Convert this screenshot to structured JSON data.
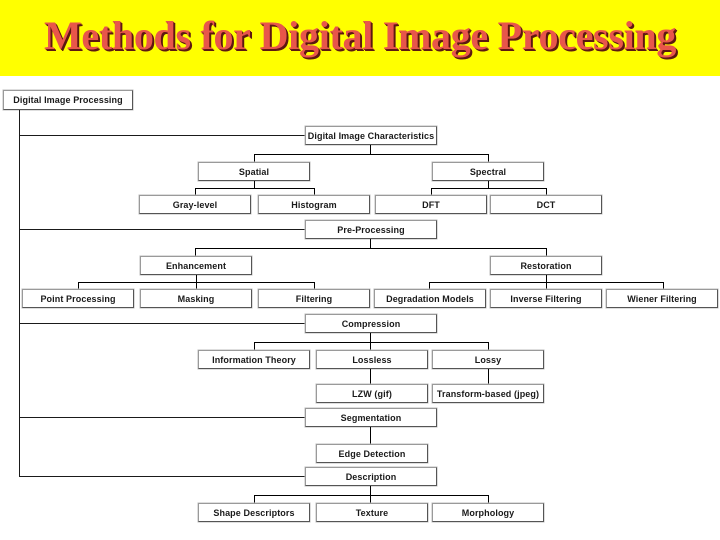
{
  "slide": {
    "title": "Methods for Digital Image Processing",
    "banner_color": "#ffff00",
    "title_color": "#e8564a",
    "title_shadow_color": "#5d1810",
    "background_color": "#ffffff"
  },
  "diagram": {
    "type": "tree",
    "root": {
      "label": "Digital Image Processing"
    },
    "branches": [
      {
        "label": "Digital Image Characteristics",
        "children": [
          {
            "label": "Spatial",
            "children": [
              {
                "label": "Gray-level"
              },
              {
                "label": "Histogram"
              }
            ]
          },
          {
            "label": "Spectral",
            "children": [
              {
                "label": "DFT"
              },
              {
                "label": "DCT"
              }
            ]
          }
        ]
      },
      {
        "label": "Pre-Processing",
        "children": [
          {
            "label": "Enhancement",
            "children": [
              {
                "label": "Point Processing"
              },
              {
                "label": "Masking"
              },
              {
                "label": "Filtering"
              }
            ]
          },
          {
            "label": "Restoration",
            "children": [
              {
                "label": "Degradation Models"
              },
              {
                "label": "Inverse Filtering"
              },
              {
                "label": "Wiener Filtering"
              }
            ]
          }
        ]
      },
      {
        "label": "Compression",
        "children": [
          {
            "label": "Information Theory"
          },
          {
            "label": "Lossless",
            "children": [
              {
                "label": "LZW (gif)"
              }
            ]
          },
          {
            "label": "Lossy",
            "children": [
              {
                "label": "Transform-based (jpeg)"
              }
            ]
          }
        ]
      },
      {
        "label": "Segmentation",
        "children": [
          {
            "label": "Edge Detection"
          }
        ]
      },
      {
        "label": "Description",
        "children": [
          {
            "label": "Shape Descriptors"
          },
          {
            "label": "Texture"
          },
          {
            "label": "Morphology"
          }
        ]
      }
    ]
  },
  "nodes": {
    "root": "Digital Image Processing",
    "characteristics": "Digital Image Characteristics",
    "spatial": "Spatial",
    "spectral": "Spectral",
    "gray_level": "Gray-level",
    "histogram": "Histogram",
    "dft": "DFT",
    "dct": "DCT",
    "pre_processing": "Pre-Processing",
    "enhancement": "Enhancement",
    "restoration": "Restoration",
    "point_processing": "Point Processing",
    "masking": "Masking",
    "filtering": "Filtering",
    "degradation_models": "Degradation Models",
    "inverse_filtering": "Inverse Filtering",
    "wiener_filtering": "Wiener Filtering",
    "compression": "Compression",
    "information_theory": "Information Theory",
    "lossless": "Lossless",
    "lossy": "Lossy",
    "lzw_gif": "LZW (gif)",
    "transform_based_jpeg": "Transform-based (jpeg)",
    "segmentation": "Segmentation",
    "edge_detection": "Edge Detection",
    "description": "Description",
    "shape_descriptors": "Shape Descriptors",
    "texture": "Texture",
    "morphology": "Morphology"
  }
}
